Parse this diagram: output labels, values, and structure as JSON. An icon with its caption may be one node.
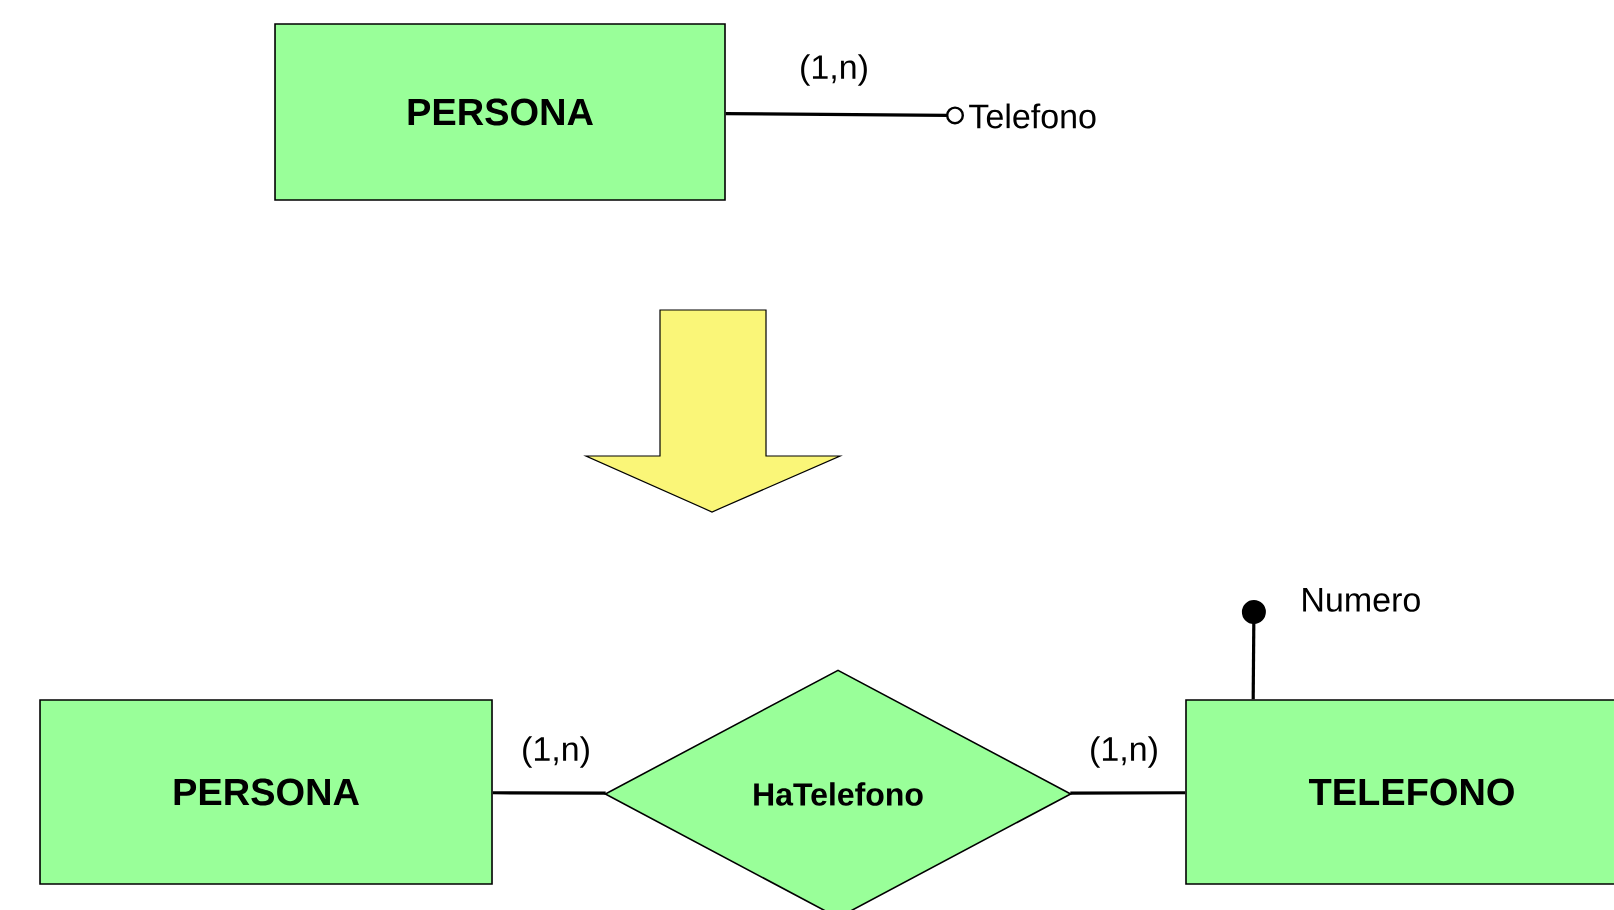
{
  "diagram": {
    "nodes": [
      {
        "text": [
          "PERSONA"
        ]
      },
      {
        "text": [
          "Telefono"
        ]
      },
      {
        "text": [
          "PERSONA"
        ]
      },
      {
        "text": [
          "HaTelefono"
        ]
      },
      {
        "text": [
          "TELEFONO"
        ]
      },
      {
        "text": [
          "Numero"
        ]
      }
    ],
    "edges": [
      {
        "from": 0,
        "to": 1,
        "arrow": "other",
        "label": "(1,n)"
      },
      {
        "from": 2,
        "to": 3,
        "arrow": "none",
        "label": "(1,n)"
      },
      {
        "from": 3,
        "to": 4,
        "arrow": "none",
        "label": "(1,n)"
      },
      {
        "from": 4,
        "to": 5,
        "arrow": "other"
      }
    ]
  }
}
